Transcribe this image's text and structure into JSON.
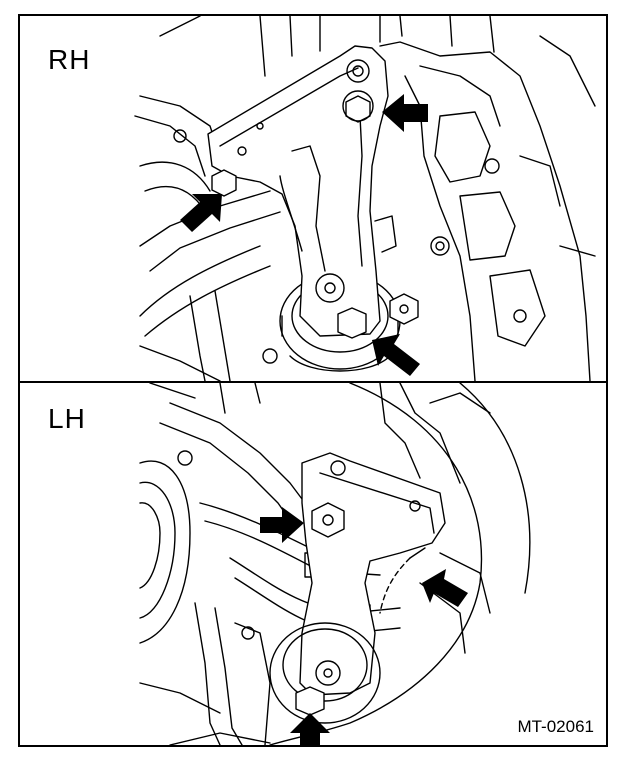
{
  "panels": {
    "top": {
      "label": "RH"
    },
    "bottom": {
      "label": "LH"
    }
  },
  "figure_code": "MT-02061",
  "colors": {
    "line": "#000000",
    "background": "#ffffff",
    "arrow": "#000000"
  }
}
